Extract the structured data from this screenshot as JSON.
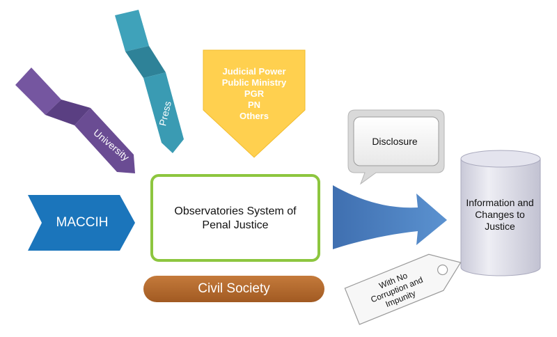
{
  "center": {
    "line1": "Observatories System of",
    "line2": "Penal Justice"
  },
  "maccih": "MACCIH",
  "civil_society": "Civil Society",
  "judicial": [
    "Judicial Power",
    "Public Ministry",
    "PGR",
    "PN",
    "Others"
  ],
  "press": "Press",
  "university": "University",
  "disclosure": "Disclosure",
  "information": [
    "Information and",
    "Changes to",
    "Justice"
  ],
  "tag": [
    "With No",
    "Corruption and",
    "Impunity"
  ],
  "colors": {
    "center_border": "#8dc63f",
    "maccih": "#1b75bb",
    "civil_society": "#b2692e",
    "judicial": "#ffd04f",
    "press": "#3a9bb3",
    "university": "#6a4c93",
    "flow_arrow": "#4f87c4",
    "cylinder": "#dcdce6"
  }
}
